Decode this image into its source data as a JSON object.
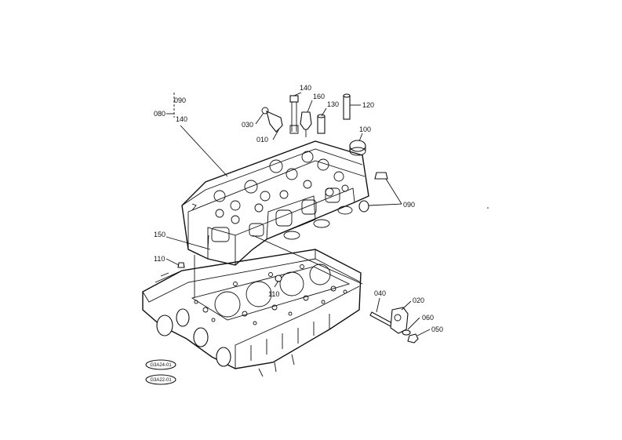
{
  "diagram": {
    "callouts": {
      "c090a": "090",
      "c080": "080",
      "c140a": "140",
      "c140b": "140",
      "c160": "160",
      "c130": "130",
      "c120": "120",
      "c030": "030",
      "c010": "010",
      "c100": "100",
      "c090b": "090",
      "c150": "150",
      "c110a": "110",
      "c110b": "110",
      "c040": "040",
      "c020": "020",
      "c060": "060",
      "c050": "050"
    },
    "stamps": {
      "stamp1": "G3A24-01",
      "stamp2": "G3A22-01"
    }
  }
}
